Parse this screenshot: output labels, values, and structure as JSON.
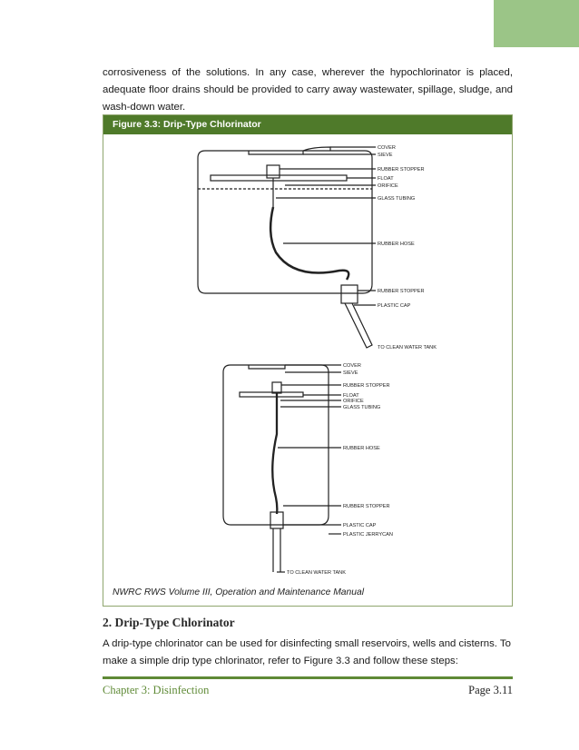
{
  "body_text_top": "corrosiveness of the solutions.  In any case, wherever the hypochlorinator is placed, adequate floor drains should be provided to carry away wastewater, spillage, sludge, and wash-down water.",
  "figure": {
    "title": "Figure 3.3: Drip-Type Chlorinator",
    "source": "NWRC RWS Volume III, Operation and Maintenance Manual",
    "upper_labels": [
      "COVER",
      "SIEVE",
      "RUBBER STOPPER",
      "FLOAT",
      "ORIFICE",
      "GLASS TUBING",
      "RUBBER HOSE",
      "RUBBER STOPPER",
      "PLASTIC CAP",
      "TO CLEAN WATER TANK"
    ],
    "lower_labels": [
      "COVER",
      "SIEVE",
      "RUBBER STOPPER",
      "FLOAT",
      "ORIFICE",
      "GLASS TUBING",
      "RUBBER HOSE",
      "RUBBER STOPPER",
      "PLASTIC CAP",
      "PLASTIC JERRYCAN",
      "TO CLEAN WATER TANK"
    ]
  },
  "section": {
    "heading": "2.  Drip-Type Chlorinator",
    "body": "A drip-type chlorinator can be used for disinfecting small reservoirs, wells and cisterns. To make a simple drip type chlorinator, refer to Figure 3.3 and follow these steps:"
  },
  "footer": {
    "chapter": "Chapter 3: Disinfection",
    "page": "Page 3.11"
  },
  "colors": {
    "accent_green": "#4f7a2a",
    "tab_green": "#9bc587",
    "footer_green": "#5f8a36"
  }
}
